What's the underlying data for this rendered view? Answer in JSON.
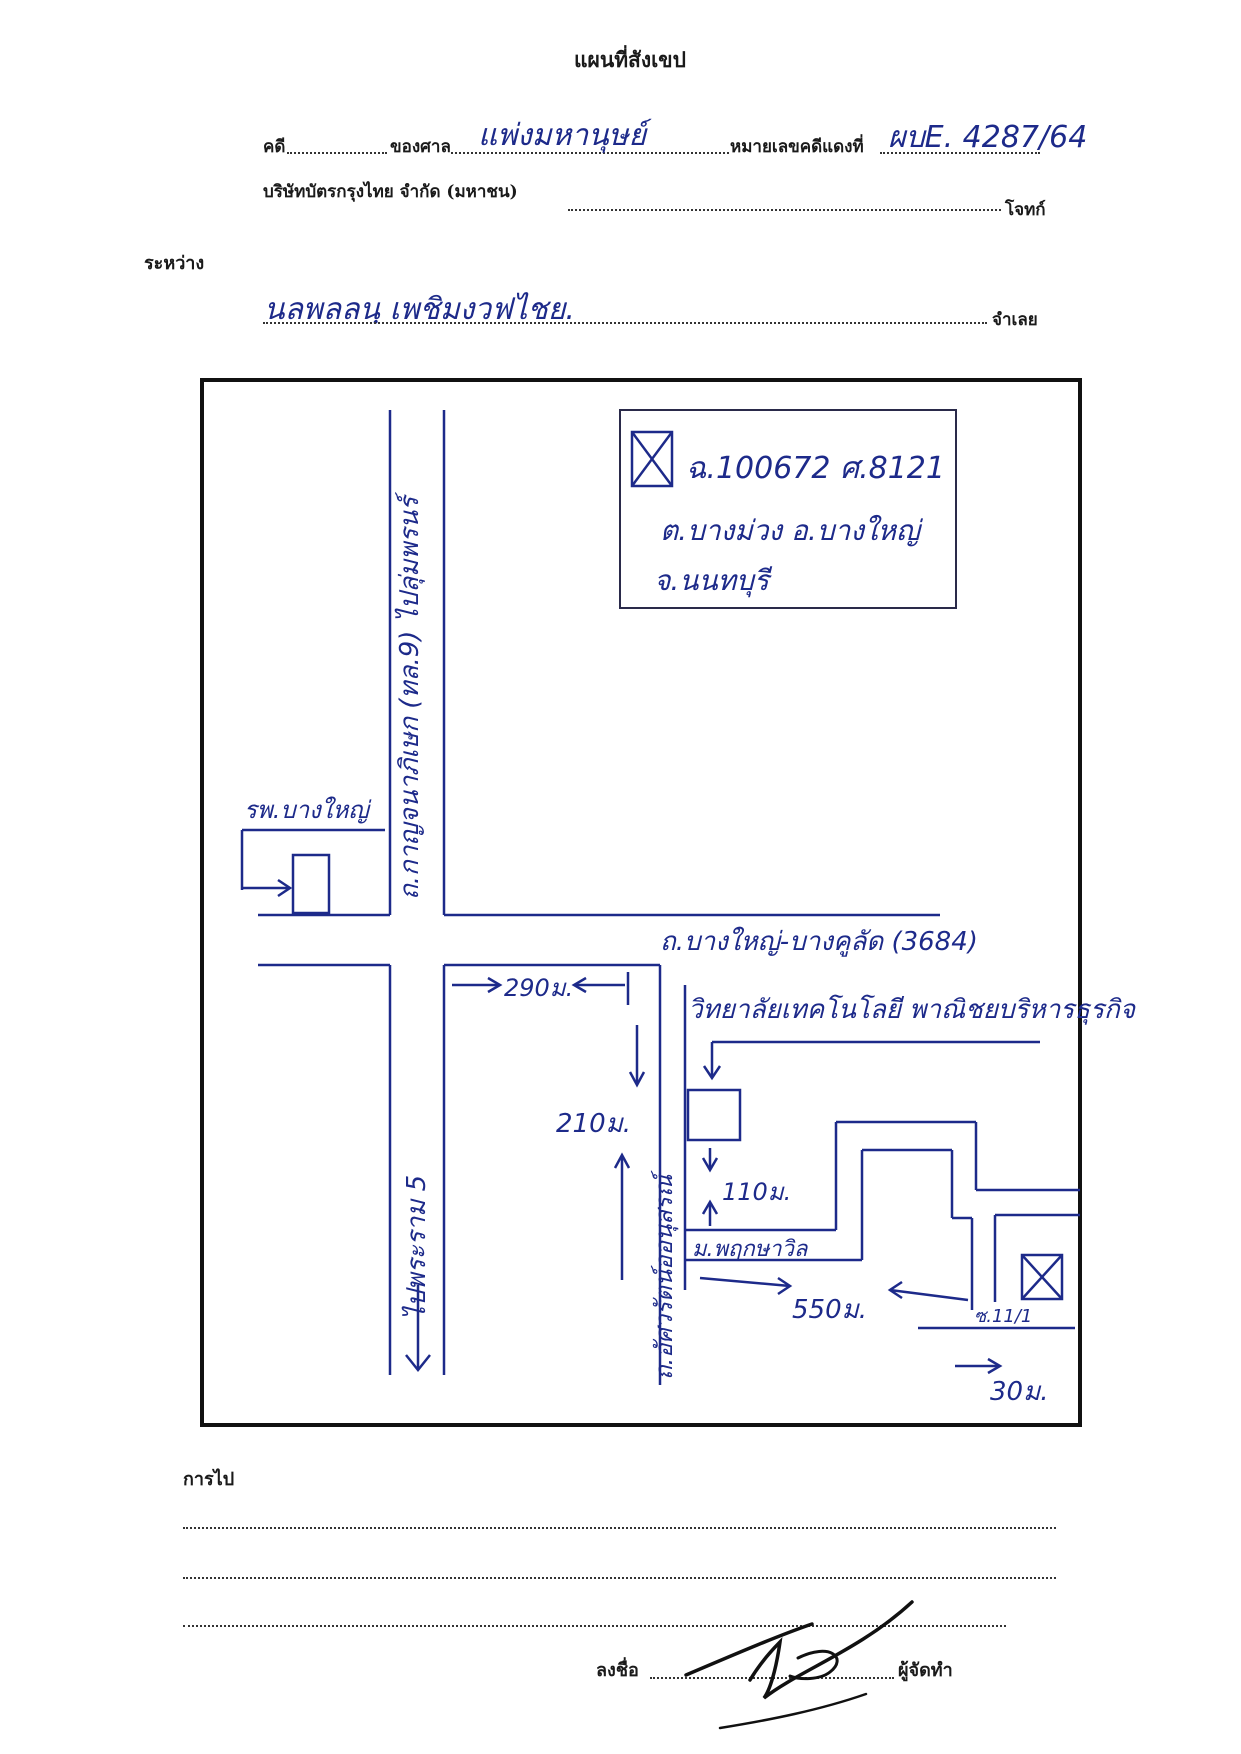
{
  "header": {
    "title": "แผนที่สังเขป",
    "case_label": "คดี",
    "case_value": "",
    "court_label": "ของศาล",
    "court_value": "แพ่งมหานุษย์",
    "redcase_label": "หมายเลขคดีแดงที่",
    "redcase_value": "ผบE. 4287/64",
    "plaintiff_value": "บริษัทบัตรกรุงไทย จำกัด (มหาชน)",
    "plaintiff_label": "โจทก์",
    "between_label": "ระหว่าง",
    "defendant_value": "นลพลลนฺ  เพชิมงวฟไชย.",
    "defendant_label": "จำเลย"
  },
  "map": {
    "info_box": {
      "deed": "ฉ.100672  ศ.8121",
      "location_1": "ต.บางม่วง  อ.บางใหญ่",
      "location_2": "จ.นนทบุรี"
    },
    "road_vertical_main": "ถ.กาญจนาภิเษก (ทล.9) ไปลุ่มพรนร์",
    "road_vertical_south": "ไปพระราม 5",
    "road_horizontal": "ถ.บางใหญ่-บางคูลัด (3684)",
    "hospital": "รพ.บางใหญ่",
    "university": "วิทยาลัยเทคโนโลยี พาณิชยบริหารธุรกิจ",
    "road_side": "ถ.อัศวรัตน์ออนุสรณ์",
    "village": "ม.พฤกษาวิล",
    "soi": "ซ.11/1",
    "dist_290": "290ม.",
    "dist_210": "210ม.",
    "dist_110": "110ม.",
    "dist_550": "550ม.",
    "dist_30": "30ม."
  },
  "footer": {
    "direction_label": "การไป",
    "sign_label": "ลงชื่อ",
    "maker_label": "ผู้จัดทำ"
  },
  "colors": {
    "ink": "#1d2a8a",
    "print": "#1a1a1a"
  }
}
